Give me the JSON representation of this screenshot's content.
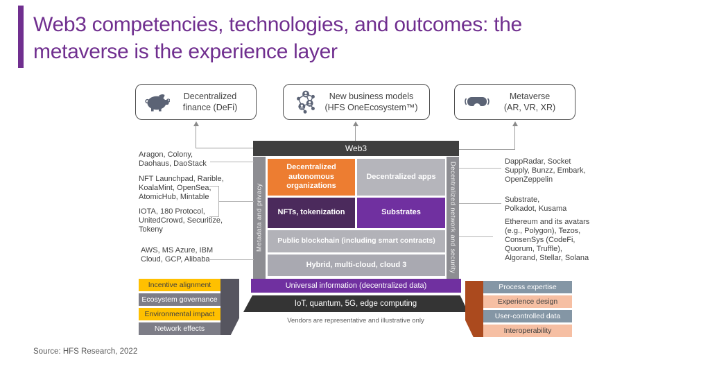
{
  "slide": {
    "title_line1": "Web3 competencies, technologies, and outcomes: the",
    "title_line2": "metaverse is the experience layer",
    "source": "Source: HFS Research, 2022",
    "footnote": "Vendors are representative and illustrative only"
  },
  "palette": {
    "title_purple": "#702f8f",
    "orange": "#ed7d31",
    "dark_purple": "#4b2a5c",
    "purple": "#7030a0",
    "gray_cell": "#b5b5bb",
    "dark_header": "#3f3f3f",
    "yellow": "#ffc000",
    "factor_gray": "#7d7d87",
    "blue_gray": "#8496a5",
    "peach": "#f6bfa3",
    "rust_slab": "#ab4a1e"
  },
  "outcomes": [
    {
      "icon": "piggy-bank-icon",
      "label": "Decentralized\nfinance (DeFi)"
    },
    {
      "icon": "network-nodes-icon",
      "label": "New business models\n(HFS OneEcosystem™)"
    },
    {
      "icon": "vr-goggles-icon",
      "label": "Metaverse\n(AR, VR, XR)"
    }
  ],
  "stack": {
    "header": "Web3",
    "left_rail": "Metadata and privacy",
    "right_rail": "Decentralized network and security",
    "cells": {
      "dao": "Decentralized autonomous organizations",
      "dapps": "Decentralized apps",
      "nfts": "NFTs, tokenization",
      "substrates": "Substrates",
      "blockchain": "Public blockchain (including smart contracts)",
      "cloud": "Hybrid, multi-cloud, cloud 3",
      "universal": "Universal information (decentralized data)",
      "iot": "IoT, quantum, 5G, edge computing"
    }
  },
  "left_vendors": [
    {
      "text": "Aragon, Colony,\nDaohaus, DaoStack"
    },
    {
      "text": "NFT Launchpad, Rarible,\nKoalaMint, OpenSea,\nAtomicHub, Mintable"
    },
    {
      "text": "IOTA, 180 Protocol,\nUnitedCrowd, Securitize,\nTokeny"
    },
    {
      "text": "AWS, MS Azure, IBM\nCloud, GCP, Alibaba"
    }
  ],
  "right_vendors": [
    {
      "text": "DappRadar, Socket\nSupply, Bunzz, Embark,\nOpenZeppelin"
    },
    {
      "text": "Substrate,\nPolkadot, Kusama"
    },
    {
      "text": "Ethereum and its avatars\n(e.g., Polygon), Tezos,\nConsenSys (CodeFi,\nQuorum, Truffle),\nAlgorand, Stellar, Solana"
    }
  ],
  "left_factors": [
    "Incentive alignment",
    "Ecosystem governance",
    "Environmental impact",
    "Network effects"
  ],
  "right_factors": [
    "Process expertise",
    "Experience design",
    "User-controlled data",
    "Interoperability"
  ]
}
